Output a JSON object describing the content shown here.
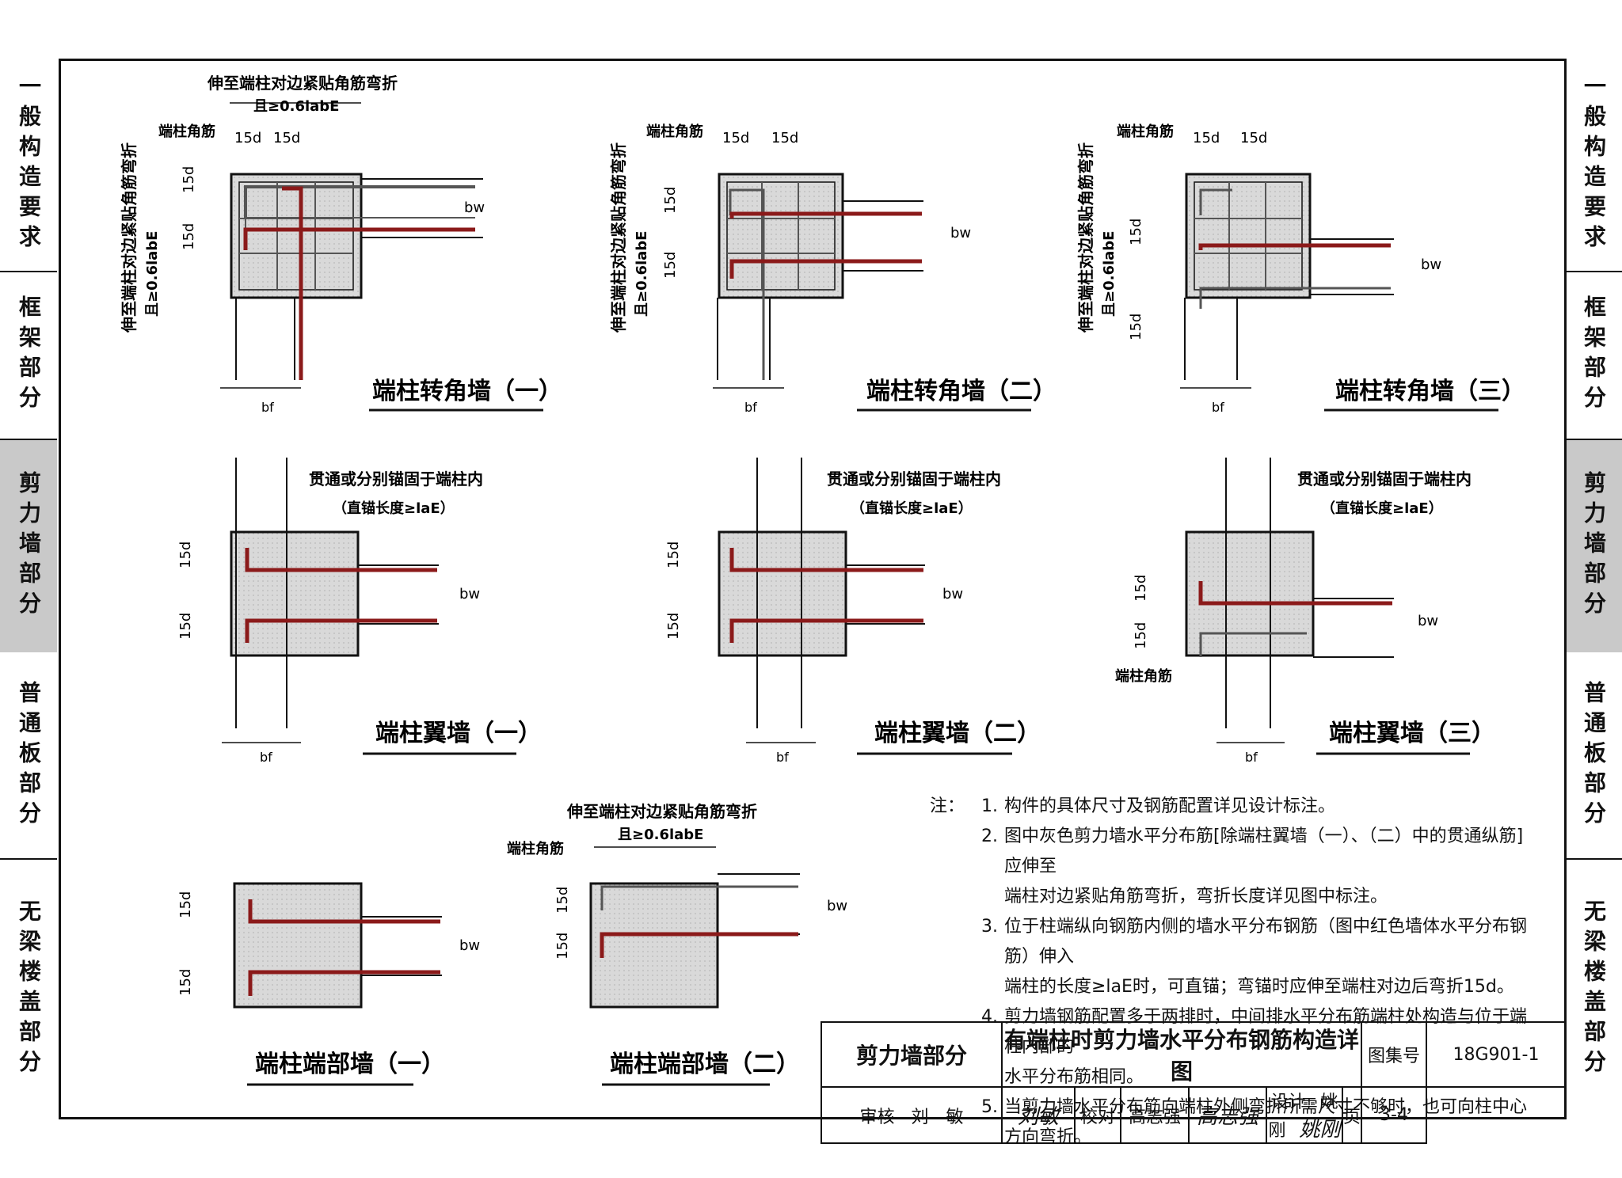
{
  "sidebar_left": [
    "一般构造要求",
    "框架部分",
    "剪力墙部分",
    "普通板部分",
    "无梁楼盖部分"
  ],
  "sidebar_right": [
    "一般构造要求",
    "框架部分",
    "剪力墙部分",
    "普通板部分",
    "无梁楼盖部分"
  ],
  "active_section": "剪力墙部分",
  "labels": {
    "corner_bar": "端柱角筋",
    "extend_bend": "伸至端柱对边紧贴角筋弯折",
    "bend_len": "且≥0.6labE",
    "through_anchor": "贯通或分别锚固于端柱内",
    "straight_anchor": "（直锚长度≥laE）",
    "d15": "15d",
    "bw": "bw",
    "bf": "bf"
  },
  "captions": {
    "corner1": "端柱转角墙（一）",
    "corner2": "端柱转角墙（二）",
    "corner3": "端柱转角墙（三）",
    "wing1": "端柱翼墙（一）",
    "wing2": "端柱翼墙（二）",
    "wing3": "端柱翼墙（三）",
    "end1": "端柱端部墙（一）",
    "end2": "端柱端部墙（二）"
  },
  "notes": {
    "label": "注：",
    "items": [
      [
        "1.",
        "构件的具体尺寸及钢筋配置详见设计标注。"
      ],
      [
        "2.",
        "图中灰色剪力墙水平分布筋[除端柱翼墙（一）、（二）中的贯通纵筋]应伸至"
      ],
      [
        "",
        "端柱对边紧贴角筋弯折，弯折长度详见图中标注。"
      ],
      [
        "3.",
        "位于柱端纵向钢筋内侧的墙水平分布钢筋（图中红色墙体水平分布钢筋）伸入"
      ],
      [
        "",
        "端柱的长度≥laE时，可直锚；弯锚时应伸至端柱对边后弯折15d。"
      ],
      [
        "4.",
        "剪力墙钢筋配置多于两排时，中间排水平分布筋端柱处构造与位于端柱内部的"
      ],
      [
        "",
        "水平分布筋相同。"
      ],
      [
        "5.",
        "当剪力墙水平分布筋向端柱外侧弯折所需尺寸不够时，也可向柱中心方向弯折。"
      ]
    ]
  },
  "title_block": {
    "section": "剪力墙部分",
    "title": "有端柱时剪力墙水平分布钢筋构造详图",
    "atlas_label": "图集号",
    "atlas_no": "18G901-1",
    "review_label": "审核",
    "reviewer": "刘　敏",
    "reviewer_sig": "刘敏",
    "check_label": "校对",
    "checker": "高志强",
    "checker_sig": "高志强",
    "design_label": "设计",
    "designer": "姚　刚",
    "designer_sig": "姚刚",
    "page_label": "页",
    "page_no": "3-4"
  },
  "colors": {
    "concrete": "#d9d9d9",
    "red_bar": "#8b1a1a",
    "line": "#111111"
  }
}
